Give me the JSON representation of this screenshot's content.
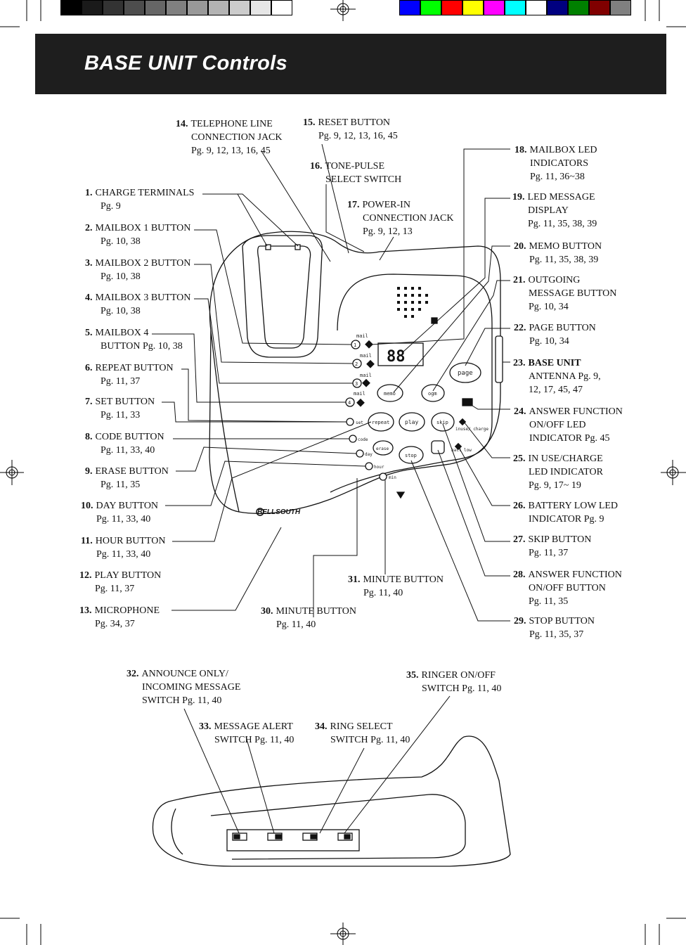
{
  "page": {
    "title": "BASE UNIT Controls"
  },
  "print_marks": {
    "grayscale": [
      "#000000",
      "#1a1a1a",
      "#333333",
      "#4d4d4d",
      "#666666",
      "#808080",
      "#999999",
      "#b3b3b3",
      "#cccccc",
      "#e6e6e6",
      "#ffffff"
    ],
    "colors": [
      "#0000ff",
      "#00ff00",
      "#ff0000",
      "#ffff00",
      "#ff00ff",
      "#00ffff",
      "#ffffff",
      "#000080",
      "#008000",
      "#800000",
      "#808080"
    ]
  },
  "callouts": [
    {
      "id": "c1",
      "num": "1.",
      "lines": [
        "CHARGE TERMINALS",
        "Pg. 9"
      ]
    },
    {
      "id": "c2",
      "num": "2.",
      "lines": [
        "MAILBOX 1 BUTTON",
        "Pg. 10, 38"
      ]
    },
    {
      "id": "c3",
      "num": "3.",
      "lines": [
        "MAILBOX 2 BUTTON",
        "Pg. 10, 38"
      ]
    },
    {
      "id": "c4",
      "num": "4.",
      "lines": [
        "MAILBOX 3 BUTTON",
        "Pg. 10, 38"
      ]
    },
    {
      "id": "c5",
      "num": "5.",
      "lines": [
        "MAILBOX 4",
        "BUTTON  Pg. 10, 38"
      ]
    },
    {
      "id": "c6",
      "num": "6.",
      "lines": [
        "REPEAT BUTTON",
        "Pg. 11, 37"
      ]
    },
    {
      "id": "c7",
      "num": "7.",
      "lines": [
        "SET BUTTON",
        "Pg. 11, 33"
      ]
    },
    {
      "id": "c8",
      "num": "8.",
      "lines": [
        "CODE BUTTON",
        "Pg. 11, 33, 40"
      ]
    },
    {
      "id": "c9",
      "num": "9.",
      "lines": [
        "ERASE BUTTON",
        "Pg. 11, 35"
      ]
    },
    {
      "id": "c10",
      "num": "10.",
      "lines": [
        "DAY BUTTON",
        "Pg. 11, 33, 40"
      ]
    },
    {
      "id": "c11",
      "num": "11.",
      "lines": [
        "HOUR BUTTON",
        "Pg. 11, 33, 40"
      ]
    },
    {
      "id": "c12",
      "num": "12.",
      "lines": [
        "PLAY BUTTON",
        "Pg. 11, 37"
      ]
    },
    {
      "id": "c13",
      "num": "13.",
      "lines": [
        "MICROPHONE",
        "Pg. 34, 37"
      ]
    },
    {
      "id": "c14",
      "num": "14.",
      "lines": [
        "TELEPHONE LINE",
        "CONNECTION JACK",
        "Pg. 9, 12, 13, 16, 45"
      ]
    },
    {
      "id": "c15",
      "num": "15.",
      "lines": [
        "RESET BUTTON",
        "Pg. 9, 12, 13, 16, 45"
      ]
    },
    {
      "id": "c16",
      "num": "16.",
      "lines": [
        "TONE-PULSE",
        "SELECT SWITCH"
      ]
    },
    {
      "id": "c17",
      "num": "17.",
      "lines": [
        "POWER-IN",
        "CONNECTION JACK",
        "Pg. 9, 12, 13"
      ]
    },
    {
      "id": "c18",
      "num": "18.",
      "lines": [
        "MAILBOX LED",
        "INDICATORS",
        "Pg. 11, 36~38"
      ]
    },
    {
      "id": "c19",
      "num": "19.",
      "lines": [
        "LED MESSAGE",
        "DISPLAY",
        "Pg. 11, 35, 38, 39"
      ]
    },
    {
      "id": "c20",
      "num": "20.",
      "lines": [
        "MEMO BUTTON",
        "Pg. 11, 35, 38, 39"
      ]
    },
    {
      "id": "c21",
      "num": "21.",
      "lines": [
        "OUTGOING",
        "MESSAGE BUTTON",
        "Pg. 10, 34"
      ]
    },
    {
      "id": "c22",
      "num": "22.",
      "lines": [
        "PAGE BUTTON",
        "Pg. 10, 34"
      ]
    },
    {
      "id": "c23",
      "num": "23.",
      "lines": [
        "BASE UNIT",
        "ANTENNA  Pg. 9,",
        "12, 17, 45, 47"
      ]
    },
    {
      "id": "c24",
      "num": "24.",
      "lines": [
        "ANSWER FUNCTION",
        "ON/OFF LED",
        "INDICATOR  Pg. 45"
      ]
    },
    {
      "id": "c25",
      "num": "25.",
      "lines": [
        "IN USE/CHARGE",
        "LED INDICATOR",
        "Pg. 9, 17~ 19"
      ]
    },
    {
      "id": "c26",
      "num": "26.",
      "lines": [
        "BATTERY LOW LED",
        "INDICATOR  Pg. 9"
      ]
    },
    {
      "id": "c27",
      "num": "27.",
      "lines": [
        "SKIP BUTTON",
        "Pg. 11, 37"
      ]
    },
    {
      "id": "c28",
      "num": "28.",
      "lines": [
        "ANSWER FUNCTION",
        "ON/OFF BUTTON",
        "Pg. 11, 35"
      ]
    },
    {
      "id": "c29",
      "num": "29.",
      "lines": [
        "STOP BUTTON",
        "Pg. 11, 35, 37"
      ]
    },
    {
      "id": "c30",
      "num": "30.",
      "lines": [
        "MINUTE BUTTON",
        "Pg. 11, 40"
      ]
    },
    {
      "id": "c31",
      "num": "31.",
      "lines": [
        "MINUTE BUTTON",
        "Pg. 11, 40"
      ]
    },
    {
      "id": "c32",
      "num": "32.",
      "lines": [
        "ANNOUNCE ONLY/",
        "INCOMING MESSAGE",
        "SWITCH  Pg. 11, 40"
      ]
    },
    {
      "id": "c33",
      "num": "33.",
      "lines": [
        "MESSAGE ALERT",
        "SWITCH  Pg. 11, 40"
      ]
    },
    {
      "id": "c34",
      "num": "34.",
      "lines": [
        "RING SELECT",
        "SWITCH  Pg. 11, 40"
      ]
    },
    {
      "id": "c35",
      "num": "35.",
      "lines": [
        "RINGER ON/OFF",
        "SWITCH  Pg. 11, 40"
      ]
    }
  ],
  "device_labels": {
    "mail": "mail",
    "memo": "memo",
    "ogm": "ogm",
    "page": "page",
    "repeat": "repeat",
    "play": "play",
    "skip": "skip",
    "stop": "stop",
    "erase": "erase",
    "set": "set",
    "code": "code",
    "day": "day",
    "hour": "hour",
    "min": "min",
    "inuse_charge": "inuse/ charge",
    "batt_low": "batt low",
    "display": "88",
    "brand": "BELLSOUTH",
    "mailbox_numbers": [
      "1",
      "2",
      "3",
      "4"
    ]
  }
}
